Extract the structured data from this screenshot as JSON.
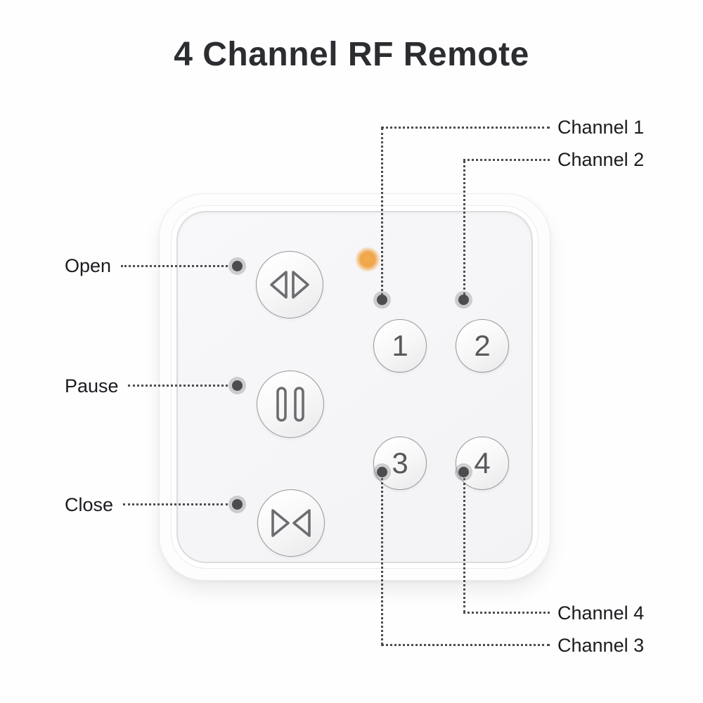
{
  "title": "4 Channel RF Remote",
  "device": {
    "led": {
      "icon": "led-indicator",
      "color": "#f0a64a"
    },
    "control_buttons": [
      {
        "id": "open",
        "icon": "open-arrows-icon"
      },
      {
        "id": "pause",
        "icon": "pause-icon"
      },
      {
        "id": "close",
        "icon": "close-arrows-icon"
      }
    ],
    "channel_buttons": [
      {
        "label": "1"
      },
      {
        "label": "2"
      },
      {
        "label": "3"
      },
      {
        "label": "4"
      }
    ]
  },
  "callouts": {
    "open": "Open",
    "pause": "Pause",
    "close": "Close",
    "channel1": "Channel 1",
    "channel2": "Channel 2",
    "channel3": "Channel 3",
    "channel4": "Channel 4"
  },
  "colors": {
    "title_text": "#2b2d30",
    "label_text": "#1a1c1f",
    "callout_line": "#4d4d4f",
    "led": "#f0a64a",
    "button_border": "#97979b",
    "icon_stroke": "#6c6d70"
  }
}
